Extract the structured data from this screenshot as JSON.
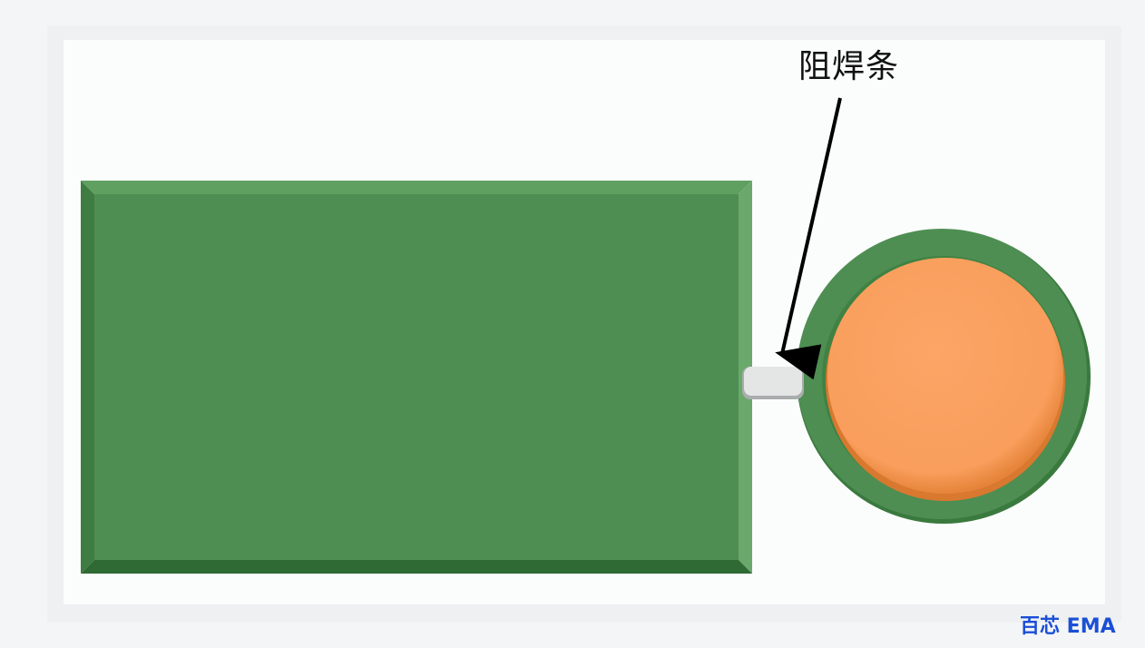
{
  "diagram": {
    "callout_label": "阻焊条",
    "watermark": "百芯 EMA",
    "colors": {
      "board_green": "#4e8e52",
      "board_green_dark": "#2f6a34",
      "board_green_light": "#6aa86b",
      "pad_orange": "#f99e5c",
      "pad_orange_dark": "#d9782f",
      "solder_dam_grey": "#e4e6e6",
      "arrow": "#000000",
      "watermark_blue": "#1a4fd6"
    },
    "parts": {
      "copper_area": "rectangular-pad",
      "round_pad": "circular-pad",
      "solder_mask_dam": "solder-mask-dam"
    }
  }
}
